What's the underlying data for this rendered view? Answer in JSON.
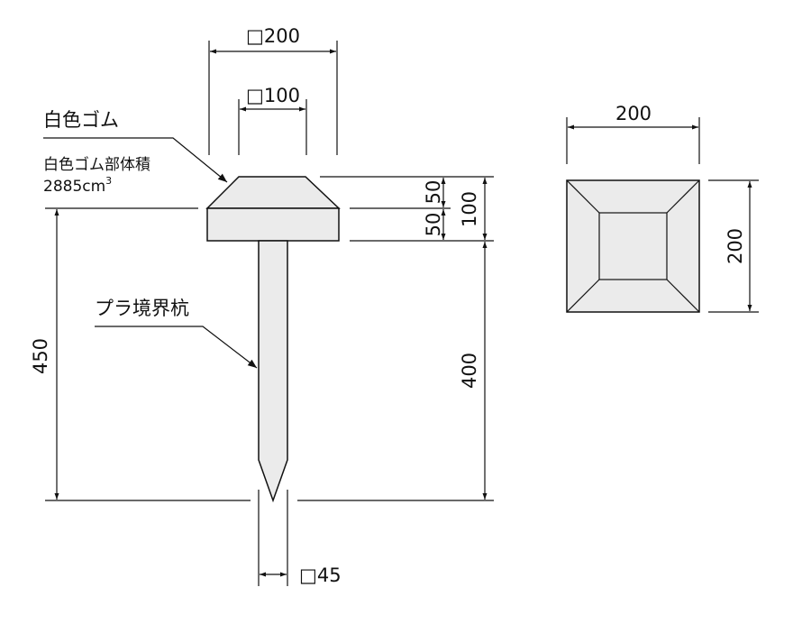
{
  "labels": {
    "rubber": "白色ゴム",
    "rubber_volume_label": "白色ゴム部体積",
    "rubber_volume_value": "2885cm",
    "rubber_volume_exp": "3",
    "stake": "プラ境界杭"
  },
  "dimensions": {
    "top_width": "□200",
    "top_inner": "□100",
    "head_upper": "50",
    "head_lower": "50",
    "head_total": "100",
    "stake_length": "400",
    "total_length": "450",
    "stake_width": "□45",
    "plan_width": "200",
    "plan_height": "200"
  },
  "colors": {
    "fill": "#ebebeb",
    "line": "#111111"
  }
}
